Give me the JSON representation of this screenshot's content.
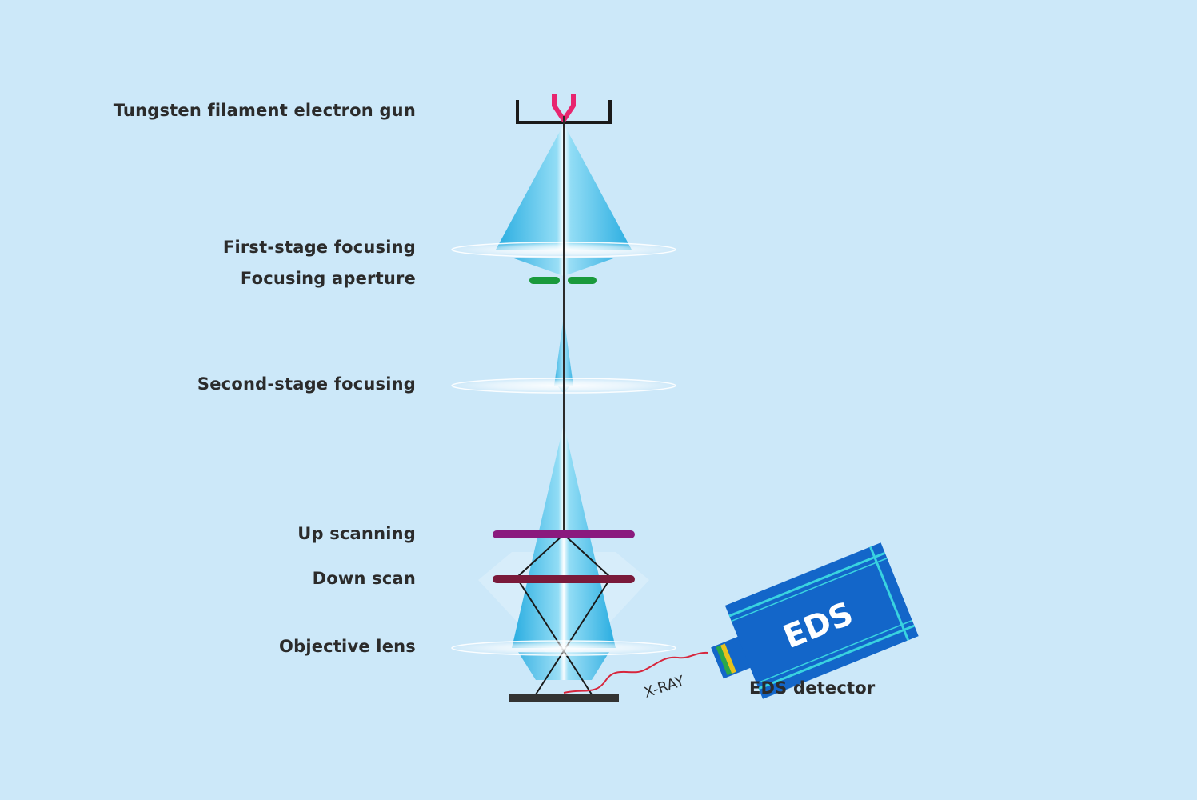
{
  "labels": {
    "gun": "Tungsten filament electron gun",
    "first_stage": "First-stage focusing",
    "aperture": "Focusing aperture",
    "second_stage": "Second-stage focusing",
    "up_scanning": "Up scanning",
    "down_scan": "Down scan",
    "objective": "Objective lens",
    "eds_detector": "EDS detector",
    "xray": "X-RAY",
    "eds_body": "EDS"
  },
  "colors": {
    "background": "#cce8f9",
    "beam": "#29b6e6",
    "filament": "#e8256f",
    "aperture": "#1a9a3c",
    "up_scan_plate": "#8a1a7e",
    "down_scan_plate": "#7a1a3a",
    "eds_body": "#1366c9",
    "eds_stripe": "#39d3e0",
    "xray_line": "#d7263d",
    "sample": "#333333"
  }
}
